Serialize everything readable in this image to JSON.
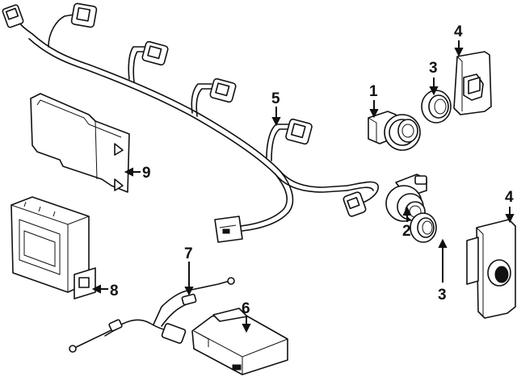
{
  "callouts": {
    "c1": "1",
    "c2": "2",
    "c3a": "3",
    "c3b": "3",
    "c4a": "4",
    "c4b": "4",
    "c5": "5",
    "c6": "6",
    "c7": "7",
    "c8": "8",
    "c9": "9"
  },
  "colors": {
    "ink": "#111111",
    "background": "#ffffff"
  }
}
